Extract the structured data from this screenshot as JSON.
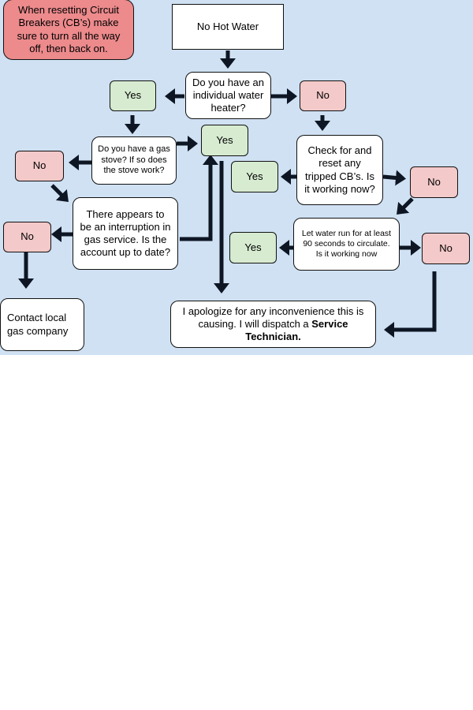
{
  "colors": {
    "background": "#cfe1f3",
    "yes_fill": "#d6ebd0",
    "no_fill": "#f4c9c9",
    "note_fill": "#ec8a8c",
    "arrow": "#0e1624"
  },
  "note": "When resetting Circuit Breakers (CB’s) make sure to turn all the way off, then back on.",
  "nodes": {
    "start": "No Hot Water",
    "q_individual_heater": "Do you have an individual water heater?",
    "yes_individual": "Yes",
    "no_individual": "No",
    "q_gas_stove": "Do you have a gas stove?  If so does the stove work?",
    "yes_stove": "Yes",
    "no_stove": "No",
    "q_gas_service": "There appears to be an interruption in gas service. Is the account up to date?",
    "no_account": "No",
    "contact_gas": "Contact local gas company",
    "q_check_cb": "Check for and reset any tripped CB’s.  Is it working now?",
    "yes_cb": "Yes",
    "no_cb": "No",
    "q_run_water": "Let water run for at least 90 seconds to circulate.  Is it working now",
    "yes_water": "Yes",
    "no_water": "No",
    "dispatch_text": "I apologize for any inconvenience this is causing. I will dispatch a",
    "dispatch_bold": "Service Technician."
  }
}
